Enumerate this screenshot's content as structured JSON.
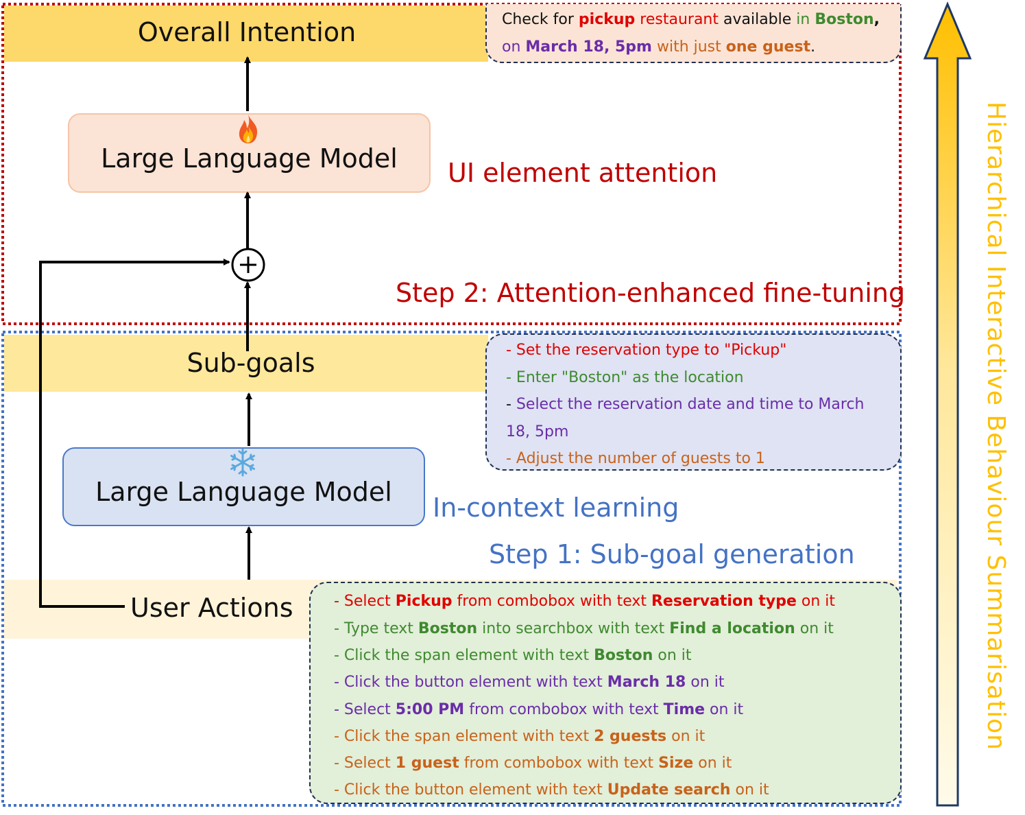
{
  "colors": {
    "red_frame": "#c00000",
    "blue_frame": "#4472c4",
    "arrow_gold": "#ffc000"
  },
  "top": {
    "title": "Overall Intention",
    "intent_note": {
      "l1_a": "Check for ",
      "l1_b": "pickup",
      "l1_c": " restaurant",
      "l1_d": " available ",
      "l1_e": "in ",
      "l1_f": "Boston",
      "l1_g": ",",
      "l2_a": "on ",
      "l2_b": "March 18, 5pm",
      "l2_c": " with just ",
      "l2_d": "one guest",
      "l2_e": "."
    },
    "llm_label": "Large Language Model",
    "llm_icon": "fire-icon",
    "attention_label": "UI element attention",
    "step_label": "Step 2: Attention-enhanced fine-tuning"
  },
  "middle": {
    "title": "Sub-goals",
    "subgoals": {
      "s1": "- Set the reservation type to \"Pickup\"",
      "s2": "- Enter \"Boston\" as the location",
      "s3_dash": "- ",
      "s3": "Select the reservation date and time to March",
      "s3b": "18, 5pm",
      "s4": "- Adjust the number of guests to 1"
    },
    "llm_label": "Large Language Model",
    "llm_icon": "snowflake-icon",
    "icl_label": "In-context learning",
    "step_label": "Step 1: Sub-goal generation"
  },
  "bottom": {
    "title": "User Actions",
    "actions": {
      "a1_a": "- Select ",
      "a1_b": "Pickup",
      "a1_c": " from combobox with text ",
      "a1_d": "Reservation type",
      "a1_e": " on it",
      "a2_a": "- Type text ",
      "a2_b": "Boston",
      "a2_c": " into searchbox with text ",
      "a2_d": "Find a location",
      "a2_e": " on it",
      "a3_a": "- Click the span element with text ",
      "a3_b": "Boston",
      "a3_c": " on it",
      "a4_a": "- Click the button element with text ",
      "a4_b": "March 18",
      "a4_c": " on it",
      "a5_a": "- Select ",
      "a5_b": "5:00 PM",
      "a5_c": " from combobox with text ",
      "a5_d": "Time",
      "a5_e": " on it",
      "a6_a": "- Click the span element with text ",
      "a6_b": "2 guests",
      "a6_c": " on it",
      "a7_a": "- Select ",
      "a7_b": "1 guest",
      "a7_c": " from combobox with text ",
      "a7_d": "Size",
      "a7_e": " on it",
      "a8_a": "- Click the button element with text ",
      "a8_b": "Update search",
      "a8_c": " on it"
    }
  },
  "side_label": "Hierarchical Interactive Behaviour Summarisation"
}
